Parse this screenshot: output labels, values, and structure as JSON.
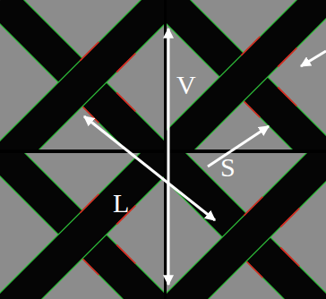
{
  "diagram": {
    "labels": [
      "V",
      "L",
      "S"
    ]
  }
}
